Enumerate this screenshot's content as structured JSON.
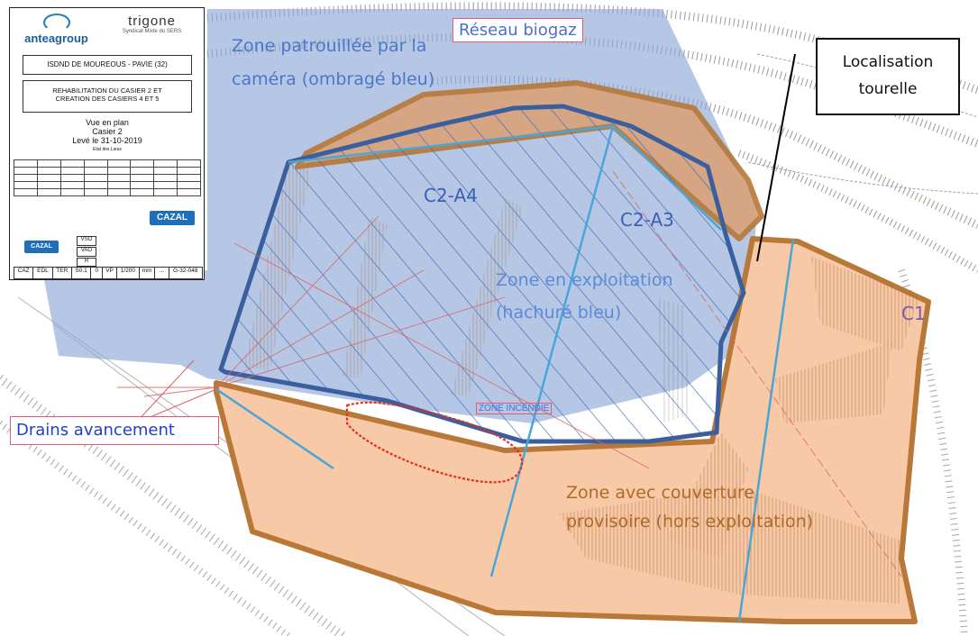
{
  "labels": {
    "zone_patrouillee_1": "Zone patrouillée par la",
    "zone_patrouillee_2": "caméra (ombragé bleu)",
    "reseau_biogaz": "Réseau biogaz",
    "localisation_1": "Localisation",
    "localisation_2": "tourelle",
    "c2_a4": "C2-A4",
    "c2_a3": "C2-A3",
    "zone_exploitation_1": "Zone en exploitation",
    "zone_exploitation_2": "(hachuré bleu)",
    "c1": "C1",
    "zone_incendie": "ZONE INCENDIE",
    "drains": "Drains avancement",
    "couverture_1": "Zone avec couverture",
    "couverture_2": "provisoire (hors exploitation)"
  },
  "cartouche": {
    "logo_left": "anteagroup",
    "logo_right": "trigone",
    "logo_right_sub": "Syndicat Mixte du SERS",
    "site": "ISDND DE MOUREOUS - PAVIE (32)",
    "project_1": "REHABILITATION DU CASIER 2 ET",
    "project_2": "CREATION DES CASIERS 4 ET 5",
    "view_1": "Vue en plan",
    "view_2": "Casier 2",
    "view_3": "Levé le 31-10-2019",
    "view_4": "Etat des Lieux",
    "cazal": "CAZAL",
    "row_vso": "VSO",
    "row_vao": "VAO",
    "row_r": "R",
    "code": [
      "CAZ",
      "EDL",
      "TER",
      "S0.1",
      "0",
      "VP",
      "1/200",
      "mm",
      "...",
      "G-32-048"
    ]
  },
  "colors": {
    "patrol_blue": "#8ea9d6",
    "exploitation_border": "#3b5f9e",
    "hatch_blue": "#3a66b8",
    "cover_orange": "#f7c9a6",
    "cover_border": "#b87838",
    "incendie_red": "#e0301c",
    "label_blue": "#4a78c8",
    "label_brown": "#b06a28"
  }
}
